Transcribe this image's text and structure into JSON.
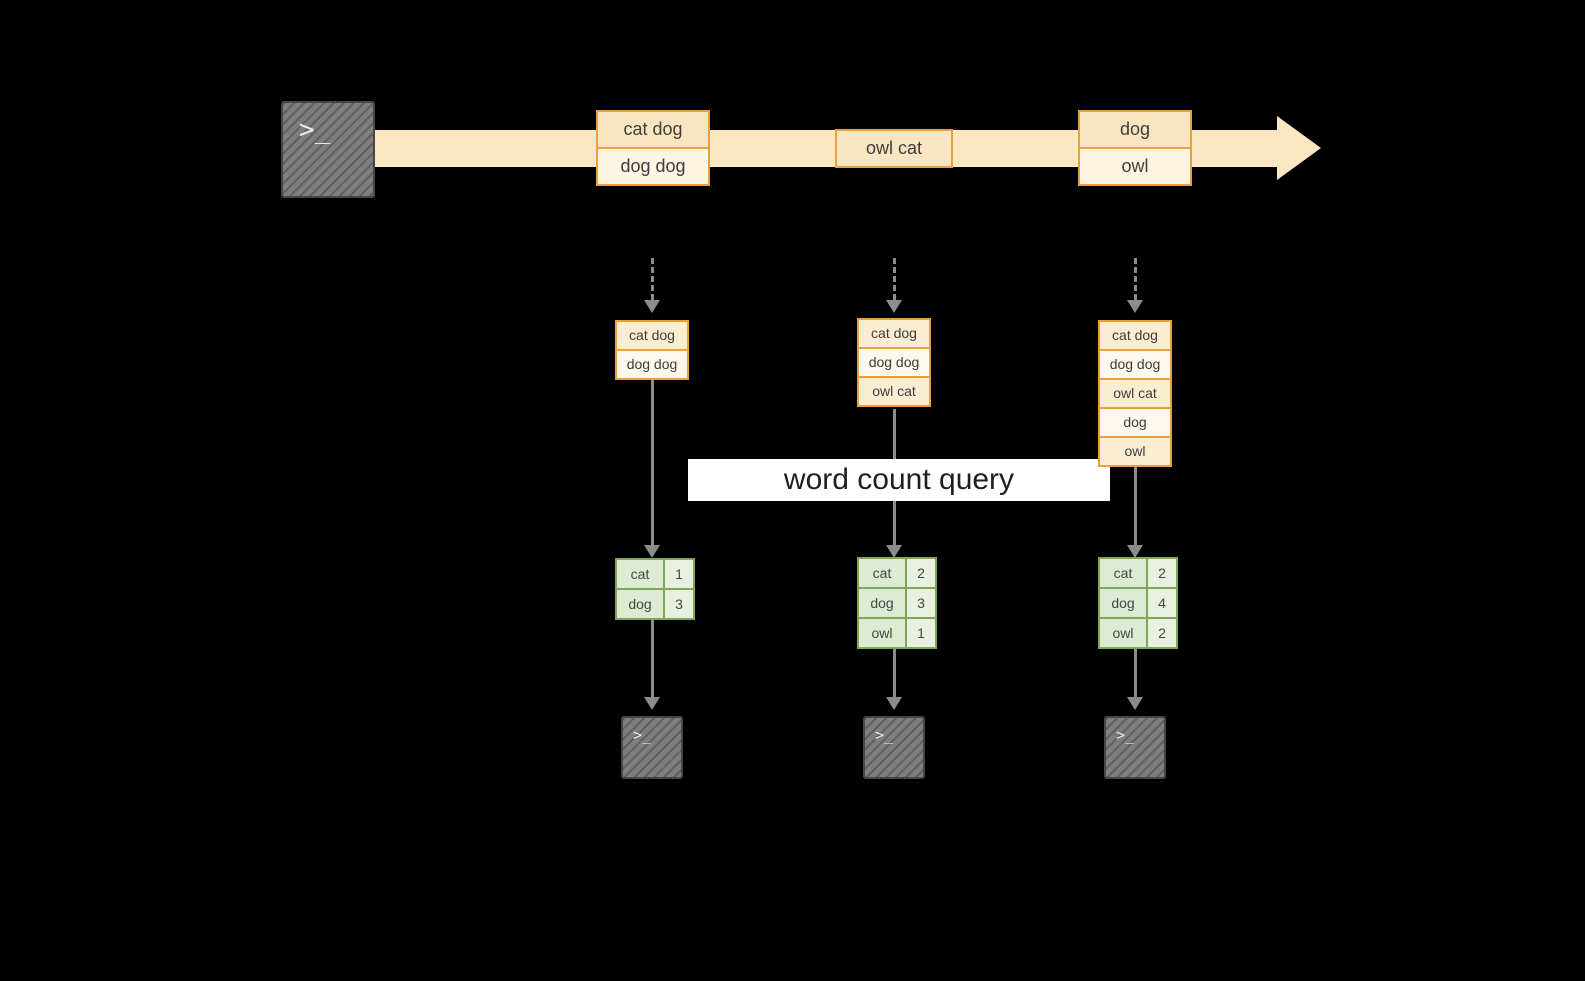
{
  "banner": {
    "label": "word count query"
  },
  "source": {
    "icon_glyph": ">_"
  },
  "stream": {
    "groups": [
      {
        "boxes": [
          "cat dog",
          "dog dog"
        ]
      },
      {
        "boxes": [
          "owl cat"
        ]
      },
      {
        "boxes": [
          "dog",
          "owl"
        ]
      }
    ]
  },
  "columns": [
    {
      "inputs": [
        "cat dog",
        "dog dog"
      ],
      "counts": [
        {
          "word": "cat",
          "n": "1"
        },
        {
          "word": "dog",
          "n": "3"
        }
      ],
      "sink_glyph": ">_"
    },
    {
      "inputs": [
        "cat dog",
        "dog dog",
        "owl cat"
      ],
      "counts": [
        {
          "word": "cat",
          "n": "2"
        },
        {
          "word": "dog",
          "n": "3"
        },
        {
          "word": "owl",
          "n": "1"
        }
      ],
      "sink_glyph": ">_"
    },
    {
      "inputs": [
        "cat dog",
        "dog dog",
        "owl cat",
        "dog",
        "owl"
      ],
      "counts": [
        {
          "word": "cat",
          "n": "2"
        },
        {
          "word": "dog",
          "n": "4"
        },
        {
          "word": "owl",
          "n": "2"
        }
      ],
      "sink_glyph": ">_"
    }
  ],
  "colors": {
    "background": "#000000",
    "stream_arrow": "#FAE7C2",
    "event_border": "#E9A13B",
    "event_fill_cream": "#F9E6C0",
    "event_fill_pale": "#FDF4E2",
    "table_border": "#7FA65C",
    "table_fill": "#DCEBD2",
    "arrow_gray": "#8C8C8C",
    "banner_bg": "#FFFFFF"
  }
}
